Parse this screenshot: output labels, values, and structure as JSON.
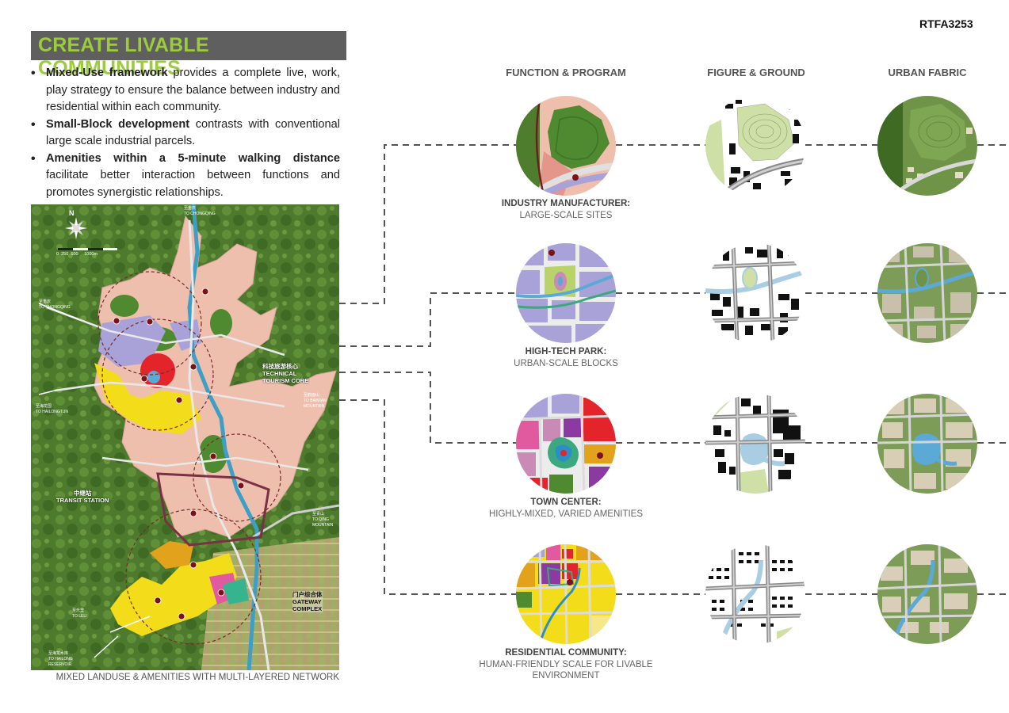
{
  "header": {
    "code": "RTFA3253",
    "title": "CREATE LIVABLE COMMUNITIES"
  },
  "bullets": [
    {
      "bold": "Mixed-Use framework",
      "text": " provides a complete live, work, play strategy to ensure the balance between industry and residential within each community."
    },
    {
      "bold": "Small-Block development",
      "text": " contrasts with conventional large scale industrial parcels."
    },
    {
      "bold": "Amenities within a 5-minute walking distance",
      "text": " facilitate better interaction between functions and promotes synergistic relationships."
    }
  ],
  "map": {
    "caption": "MIXED LANDUSE & AMENITIES WITH MULTI-LAYERED NETWORK",
    "north": "N",
    "scale": [
      "0",
      "250",
      "500",
      "1000m"
    ],
    "labels": {
      "to_chongqing_top_cn": "至重庆",
      "to_chongqing_top": "TO CHONGQING",
      "to_chongqing_left_cn": "至重庆",
      "to_chongqing_left": "TO CHONGQING",
      "to_hailongtun_cn": "至海龙囤",
      "to_hailongtun": "TO HAILONGTUN",
      "core_cn": "科技旅游核心",
      "core_1": "TECHNICAL",
      "core_2": "TOURISM CORE",
      "to_baimian_cn": "至鹤面山",
      "to_baimian_1": "TO BAIMIAN",
      "to_baimian_2": "MOUNTAIN",
      "transit_cn": "中继站",
      "transit": "TRANSIT STATION",
      "to_qing_cn": "至青山",
      "to_qing_1": "TO QING",
      "to_qing_2": "MOUNTAIN",
      "gateway_cn": "门户综合体",
      "gateway_1": "GATEWAY",
      "gateway_2": "COMPLEX",
      "to_leli_cn": "至乐里",
      "to_leli": "TO LELI",
      "to_hailong_res_cn": "至海龙水库",
      "to_hailong_res_1": "TO HAILONG",
      "to_hailong_res_2": "RESERVOIR"
    }
  },
  "columns": [
    "FUNCTION & PROGRAM",
    "FIGURE & GROUND",
    "URBAN FABRIC"
  ],
  "rows": [
    {
      "heading": "INDUSTRY MANUFACTURER:",
      "sub1": "LARGE-SCALE SITES",
      "sub2": ""
    },
    {
      "heading": "HIGH-TECH PARK:",
      "sub1": "URBAN-SCALE BLOCKS",
      "sub2": ""
    },
    {
      "heading": "TOWN CENTER:",
      "sub1": "HIGHLY-MIXED, VARIED AMENITIES",
      "sub2": ""
    },
    {
      "heading": "RESIDENTIAL COMMUNITY:",
      "sub1": "HUMAN-FRIENDLY SCALE FOR LIVABLE",
      "sub2": "ENVIRONMENT"
    }
  ],
  "colors": {
    "title_bg": "#5f5f5f",
    "title_text": "#9ccc3c",
    "forest": "#4f7d2e",
    "residential_pink": "#efbfae",
    "hightech_purple": "#a9a2d8",
    "commercial_red": "#e3242b",
    "residential_yellow": "#f3dc1a",
    "park_green": "#4f8a31",
    "water": "#5aa9d6",
    "road": "#dcdcdc"
  }
}
